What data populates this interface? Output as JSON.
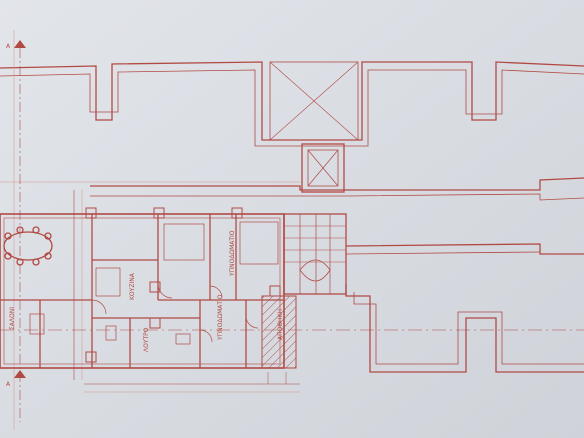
{
  "image": {
    "subject": "photograph of a red architectural floor plan on pale paper",
    "colors": {
      "paper": "#d9dde3",
      "ink": "#b24a44",
      "ink_light": "#d6928b",
      "shade": "#c9cdd3"
    }
  },
  "labels": {
    "section_mark_top": "A",
    "section_mark_bottom": "A",
    "room_1": "ΣΑΛΟΝΙ",
    "room_2": "ΚΟΥΖΙΝΑ",
    "room_3": "ΥΠΝΟΔΩΜΑΤΙΟ",
    "room_4": "ΥΠΝΟΔΩΜΑΤΙΟ",
    "room_5": "ΛΟΥΤΡΟ",
    "room_6": "ΑΠΟΘΗΚΗ"
  }
}
